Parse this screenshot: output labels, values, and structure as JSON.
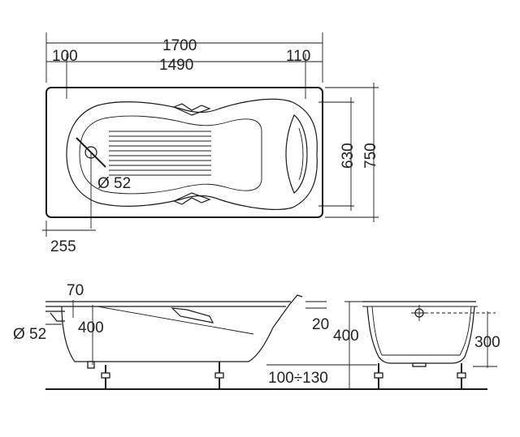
{
  "top_view": {
    "overall_length": "1700",
    "inner_length": "1490",
    "left_offset": "100",
    "right_offset": "110",
    "inner_width": "630",
    "overall_width": "750",
    "drain_diameter": "Ø 52",
    "drain_position": "255"
  },
  "side_view": {
    "rim_offset": "70",
    "drain_height": "400",
    "overflow_diameter": "Ø 52",
    "slope_drop": "20",
    "total_height": "400",
    "leg_height": "100÷130"
  },
  "end_view": {
    "inner_depth": "300"
  }
}
